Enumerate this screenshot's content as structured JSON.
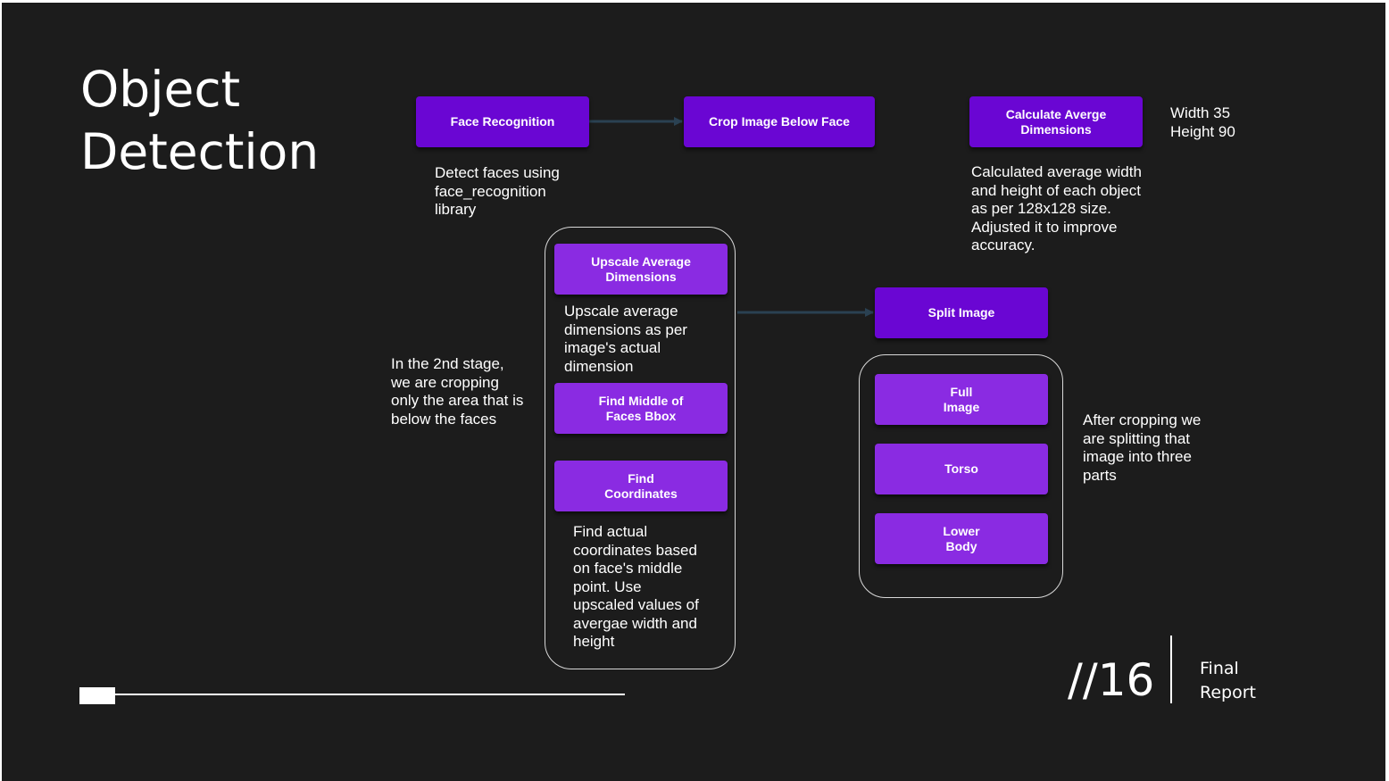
{
  "title": {
    "line1": "Object",
    "line2": "Detection"
  },
  "steps": {
    "face_recognition": "Face Recognition",
    "crop_image": "Crop Image Below Face",
    "calculate_dimensions": "Calculate Averge\nDimensions",
    "upscale": "Upscale Average\nDimensions",
    "find_middle": "Find Middle of\nFaces Bbox",
    "find_coordinates": "Find\nCoordinates",
    "split_image": "Split Image",
    "full_image": "Full\nImage",
    "torso": "Torso",
    "lower_body": "Lower\nBody"
  },
  "notes": {
    "dimensions_value": "Width 35\nHeight 90",
    "face_detect": "Detect faces using\nface_recognition\nlibrary",
    "calc_desc": "Calculated average width\nand height of each object\nas  per 128x128 size.\nAdjusted it to improve\naccuracy.",
    "upscale_desc": "Upscale average\ndimensions as per\nimage's actual\ndimension",
    "stage2": "In the 2nd stage,\nwe are cropping\nonly the area that is\nbelow the faces",
    "coords_desc": "Find actual\ncoordinates based\non face's middle\npoint. Use\nupscaled values of\navergae width and\nheight",
    "split_desc": "After cropping we\nare splitting that\nimage into three\nparts"
  },
  "footer": {
    "page": "//16",
    "label_line1": "Final",
    "label_line2": "Report"
  },
  "colors": {
    "background": "#1c1c1c",
    "box_dark": "#6a06d3",
    "box_light": "#8a2be2",
    "arrow": "#2a4152"
  }
}
